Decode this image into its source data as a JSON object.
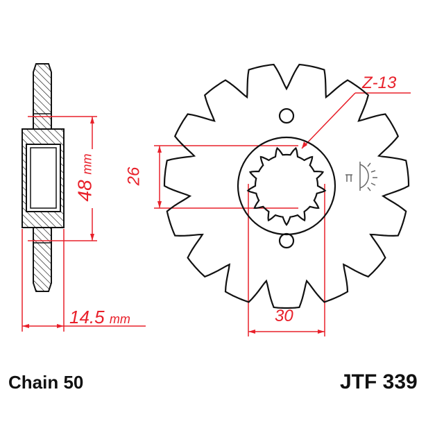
{
  "labels": {
    "teeth_spline": "Z-13",
    "spline_inner_dia": "26",
    "spline_outer_dia": "30",
    "hub_dia": "48",
    "hub_dia_unit": "mm",
    "width": "14.5",
    "width_unit": "mm",
    "chain": "Chain 50",
    "part_number": "JTF 339"
  },
  "colors": {
    "dimension": "#e8202a",
    "outline": "#111111"
  },
  "sprocket": {
    "teeth": 15,
    "spline_teeth": 13
  }
}
